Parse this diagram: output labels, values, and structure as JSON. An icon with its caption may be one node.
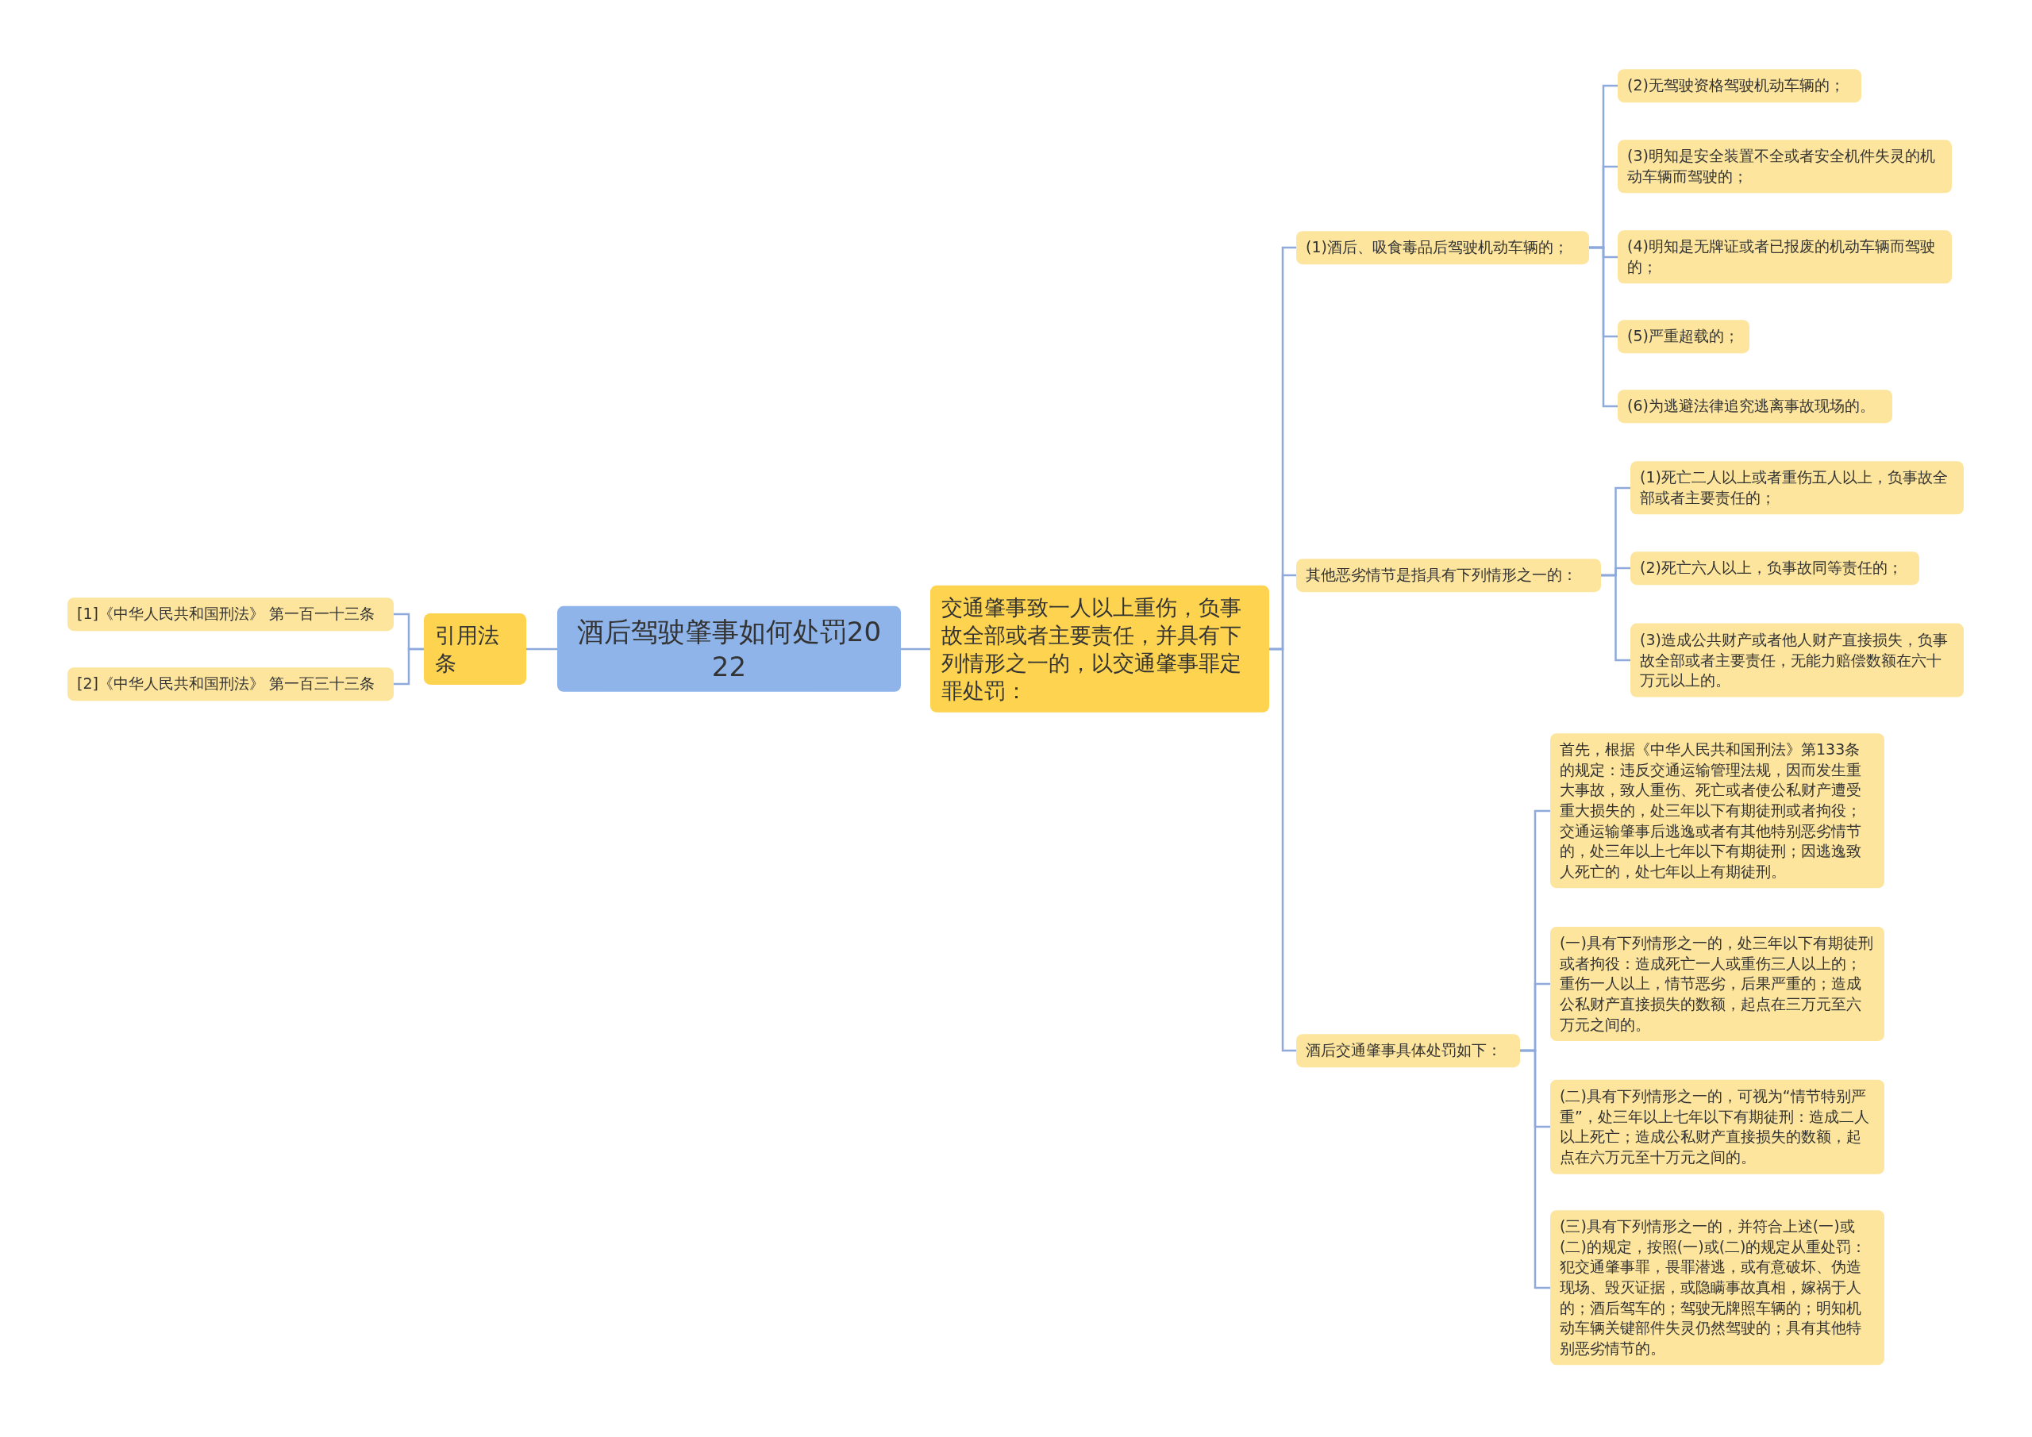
{
  "diagram": {
    "nodes": [
      {
        "text": [
          "酒后驾驶肇事如何处罚2022"
        ]
      },
      {
        "text": [
          "引用法条"
        ]
      },
      {
        "text": [
          "[1]《中华人民共和国刑法》 第一百一十三条"
        ]
      },
      {
        "text": [
          "[2]《中华人民共和国刑法》 第一百三十三条"
        ]
      },
      {
        "text": [
          "交通肇事致一人以上重伤，负事故全部或者主要责任，并具有下列情形之一的，以交通肇事罪定罪处罚："
        ]
      },
      {
        "text": [
          "(1)酒后、吸食毒品后驾驶机动车辆的；"
        ]
      },
      {
        "text": [
          "(2)无驾驶资格驾驶机动车辆的；"
        ]
      },
      {
        "text": [
          "(3)明知是安全装置不全或者安全机件失灵的机动车辆而驾驶的；"
        ]
      },
      {
        "text": [
          "(4)明知是无牌证或者已报废的机动车辆而驾驶的；"
        ]
      },
      {
        "text": [
          "(5)严重超载的；"
        ]
      },
      {
        "text": [
          "(6)为逃避法律追究逃离事故现场的。"
        ]
      },
      {
        "text": [
          "其他恶劣情节是指具有下列情形之一的："
        ]
      },
      {
        "text": [
          "(1)死亡二人以上或者重伤五人以上，负事故全部或者主要责任的；"
        ]
      },
      {
        "text": [
          "(2)死亡六人以上，负事故同等责任的；"
        ]
      },
      {
        "text": [
          "(3)造成公共财产或者他人财产直接损失，负事故全部或者主要责任，无能力赔偿数额在六十万元以上的。"
        ]
      },
      {
        "text": [
          "酒后交通肇事具体处罚如下："
        ]
      },
      {
        "text": [
          "首先，根据《中华人民共和国刑法》第133条的规定：违反交通运输管理法规，因而发生重大事故，致人重伤、死亡或者使公私财产遭受重大损失的，处三年以下有期徒刑或者拘役；交通运输肇事后逃逸或者有其他特别恶劣情节的，处三年以上七年以下有期徒刑；因逃逸致人死亡的，处七年以上有期徒刑。"
        ]
      },
      {
        "text": [
          "(一)具有下列情形之一的，处三年以下有期徒刑或者拘役：造成死亡一人或重伤三人以上的；重伤一人以上，情节恶劣，后果严重的；造成公私财产直接损失的数额，起点在三万元至六万元之间的。"
        ]
      },
      {
        "text": [
          "(二)具有下列情形之一的，可视为“情节特别严重”，处三年以上七年以下有期徒刑：造成二人以上死亡；造成公私财产直接损失的数额，起点在六万元至十万元之间的。"
        ]
      },
      {
        "text": [
          "(三)具有下列情形之一的，并符合上述(一)或(二)的规定，按照(一)或(二)的规定从重处罚：犯交通肇事罪，畏罪潜逃，或有意破坏、伪造现场、毁灭证据，或隐瞒事故真相，嫁祸于人的；酒后驾车的；驾驶无牌照车辆的；明知机动车辆关键部件失灵仍然驾驶的；具有其他特别恶劣情节的。"
        ]
      }
    ],
    "edges": [
      {
        "from": 0,
        "to": 1,
        "arrow": "none"
      },
      {
        "from": 1,
        "to": 2,
        "arrow": "none"
      },
      {
        "from": 1,
        "to": 3,
        "arrow": "none"
      },
      {
        "from": 0,
        "to": 4,
        "arrow": "none"
      },
      {
        "from": 4,
        "to": 5,
        "arrow": "none"
      },
      {
        "from": 5,
        "to": 6,
        "arrow": "none"
      },
      {
        "from": 5,
        "to": 7,
        "arrow": "none"
      },
      {
        "from": 5,
        "to": 8,
        "arrow": "none"
      },
      {
        "from": 5,
        "to": 9,
        "arrow": "none"
      },
      {
        "from": 5,
        "to": 10,
        "arrow": "none"
      },
      {
        "from": 4,
        "to": 11,
        "arrow": "none"
      },
      {
        "from": 11,
        "to": 12,
        "arrow": "none"
      },
      {
        "from": 11,
        "to": 13,
        "arrow": "none"
      },
      {
        "from": 11,
        "to": 14,
        "arrow": "none"
      },
      {
        "from": 4,
        "to": 15,
        "arrow": "none"
      },
      {
        "from": 15,
        "to": 16,
        "arrow": "none"
      },
      {
        "from": 15,
        "to": 17,
        "arrow": "none"
      },
      {
        "from": 15,
        "to": 18,
        "arrow": "none"
      },
      {
        "from": 15,
        "to": 19,
        "arrow": "none"
      }
    ]
  }
}
